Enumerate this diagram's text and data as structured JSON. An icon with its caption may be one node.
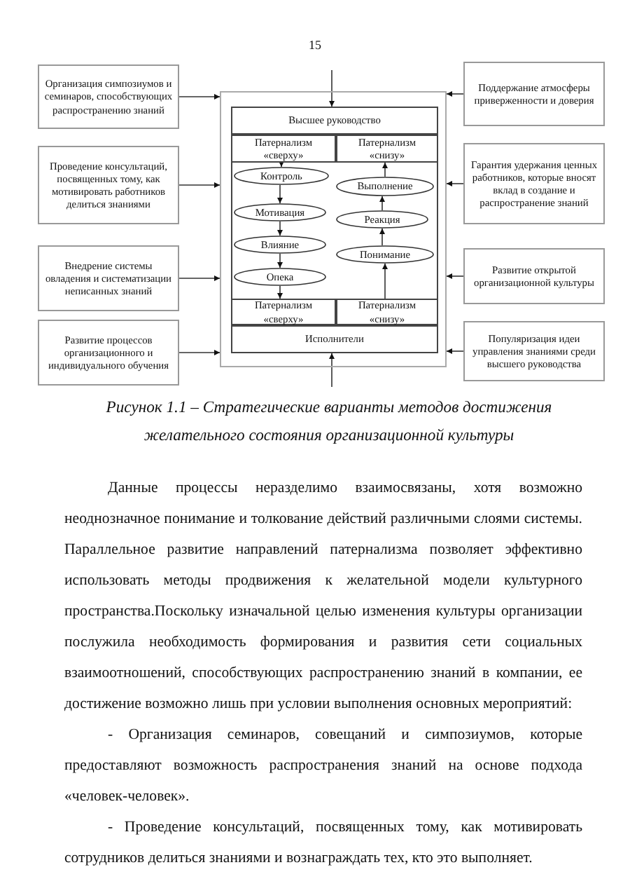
{
  "diagram": {
    "caption": "Рисунок 1.1 – Стратегические варианты методов достижения желательного состояния организационной культуры",
    "nodes": [
      {
        "text": [],
        "shape": "box"
      },
      {
        "text": [],
        "shape": "box",
        "in": 0
      },
      {
        "text": [
          "Высшее руководство"
        ],
        "in": 1
      },
      {
        "text": [
          "Патернализм «сверху»"
        ],
        "in": 1
      },
      {
        "text": [
          "Патернализм «снизу»"
        ],
        "in": 1
      },
      {
        "text": [
          "Контроль"
        ],
        "in": 1
      },
      {
        "text": [
          "Выполнение"
        ],
        "in": 1
      },
      {
        "text": [
          "Мотивация"
        ],
        "in": 1
      },
      {
        "text": [
          "Реакция"
        ],
        "in": 1
      },
      {
        "text": [
          "Влияние"
        ],
        "in": 1
      },
      {
        "text": [
          "Понимание"
        ],
        "in": 1
      },
      {
        "text": [
          "Опека"
        ],
        "in": 1
      },
      {
        "text": [
          "Патернализм «сверху»"
        ],
        "in": 1
      },
      {
        "text": [
          "Патернализм «снизу»"
        ],
        "in": 1
      },
      {
        "text": [
          "Исполнители"
        ],
        "in": 1
      },
      {
        "text": [
          "Организация симпозиумов и семинаров, способствующих распространению знаний"
        ]
      },
      {
        "text": [
          "Проведение консультаций, посвященных тому, как мотивировать работников делиться знаниями"
        ]
      },
      {
        "text": [
          "Внедрение системы овладения и систематизации неписанных знаний"
        ]
      },
      {
        "text": [
          "Развитие процессов организационного и индивидуального обучения"
        ]
      },
      {
        "text": [
          "Поддержание атмосферы приверженности и доверия"
        ]
      },
      {
        "text": [
          "Гарантия удержания ценных работников, которые вносят вклад в создание и распространение знаний"
        ]
      },
      {
        "text": [
          "Развитие открытой организационной культуры"
        ]
      },
      {
        "text": [
          "Популяризация идеи управления знаниями среди высшего руководства"
        ]
      }
    ],
    "edges": [
      {
        "from": null,
        "to": 2,
        "arrow": "to"
      },
      {
        "from": 3,
        "to": 5,
        "arrow": "to"
      },
      {
        "from": 5,
        "to": 7,
        "arrow": "to"
      },
      {
        "from": 7,
        "to": 9,
        "arrow": "to"
      },
      {
        "from": 9,
        "to": 11,
        "arrow": "to"
      },
      {
        "from": 11,
        "to": 12,
        "arrow": "to"
      },
      {
        "from": 13,
        "to": 10,
        "arrow": "to"
      },
      {
        "from": 10,
        "to": 8,
        "arrow": "to"
      },
      {
        "from": 8,
        "to": 6,
        "arrow": "to"
      },
      {
        "from": 6,
        "to": 4,
        "arrow": "to"
      },
      {
        "from": null,
        "to": 14,
        "arrow": "to"
      },
      {
        "from": 15,
        "to": 0,
        "arrow": "to"
      },
      {
        "from": 16,
        "to": 0,
        "arrow": "to"
      },
      {
        "from": 17,
        "to": 0,
        "arrow": "to"
      },
      {
        "from": 18,
        "to": 0,
        "arrow": "to"
      },
      {
        "from": 19,
        "to": 0,
        "arrow": "to"
      },
      {
        "from": 20,
        "to": 0,
        "arrow": "to"
      },
      {
        "from": 21,
        "to": 0,
        "arrow": "to"
      },
      {
        "from": 22,
        "to": 0,
        "arrow": "to"
      }
    ],
    "labels": [
      "15",
      "Данные процессы неразделимо взаимосвязаны, хотя возможно неоднозначное понимание и толкование действий различными слоями системы. Параллельное развитие направлений патернализма позволяет эффективно использовать методы продвижения к желательной модели культурного пространства.Поскольку изначальной целью изменения культуры организации послужила необходимость формирования и развития сети социальных взаимоотношений, способствующих распространению знаний в компании, ее достижение возможно лишь при условии выполнения основных мероприятий:",
      "- Организация семинаров, совещаний и симпозиумов, которые предоставляют возможность распространения знаний на основе подхода «человек-человек».",
      "- Проведение консультаций, посвященных тому, как мотивировать сотрудников делиться знаниями и вознаграждать тех, кто это выполняет."
    ]
  }
}
